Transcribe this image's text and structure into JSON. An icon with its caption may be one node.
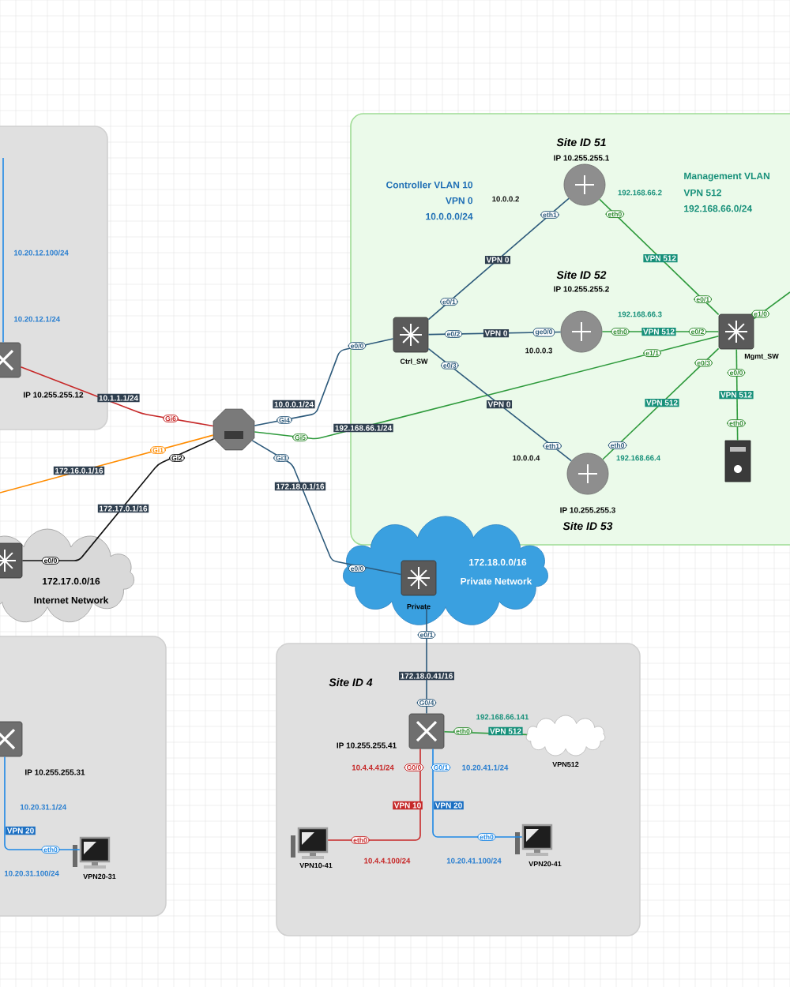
{
  "diagram": {
    "nodes": [
      {
        "text": [],
        "shape": "box"
      },
      {
        "text": [],
        "shape": "box"
      },
      {
        "text": [],
        "shape": "box"
      },
      {
        "text": [
          "Site ID 4"
        ]
      },
      {
        "text": [],
        "shape": "box",
        "in": 0,
        "beside": [
          "IP 10.255.255.12"
        ]
      },
      {
        "text": [],
        "shape": "octagon"
      },
      {
        "text": [
          "Ctrl_SW"
        ],
        "in": 1
      },
      {
        "text": [],
        "shape": "circle",
        "in": 1,
        "beside": [
          "Site ID 51",
          "IP 10.255.255.1"
        ]
      },
      {
        "text": [],
        "shape": "circle",
        "in": 1,
        "beside": [
          "Site ID 52",
          "IP 10.255.255.2"
        ]
      },
      {
        "text": [],
        "shape": "circle",
        "in": 1,
        "beside": [
          "IP 10.255.255.3",
          "Site ID 53"
        ]
      },
      {
        "text": [
          "Mgmt_SW"
        ],
        "in": 1
      },
      {
        "text": [],
        "shape": "box",
        "in": 1
      },
      {
        "text": [
          "172.17.0.0/16",
          "Internet Network"
        ]
      },
      {
        "text": [
          "172.18.0.0/16",
          "Private Network"
        ]
      },
      {
        "text": [
          "Private"
        ],
        "in": 13
      },
      {
        "text": [],
        "shape": "box",
        "in": 3,
        "beside": [
          "IP 10.255.255.41"
        ]
      },
      {
        "text": [],
        "shape": "cloud",
        "in": 3,
        "beside": [
          "VPN512"
        ]
      },
      {
        "text": [],
        "shape": "picture",
        "in": 3,
        "beside": [
          "VPN10-41"
        ]
      },
      {
        "text": [],
        "shape": "picture",
        "in": 3,
        "beside": [
          "VPN20-41"
        ]
      },
      {
        "text": [],
        "shape": "box",
        "in": 2,
        "beside": [
          "IP 10.255.255.31"
        ]
      },
      {
        "text": [],
        "shape": "picture",
        "in": 2,
        "beside": [
          "VPN20-31"
        ]
      },
      {
        "text": [],
        "shape": "box",
        "in": 12
      }
    ],
    "edges": [
      {
        "from": 5,
        "to": 4,
        "arrow": "none",
        "label": "10.1.1.1/24",
        "color": "#c62828"
      },
      {
        "from": 5,
        "to": null,
        "arrow": "none",
        "label": "172.16.0.1/16",
        "color": "#ff8c00"
      },
      {
        "from": 5,
        "to": 21,
        "arrow": "none",
        "label": "172.17.0.1/16",
        "color": "#111111"
      },
      {
        "from": 5,
        "to": 6,
        "arrow": "none",
        "label": "10.0.0.1/24",
        "color": "#2d5a7b"
      },
      {
        "from": 5,
        "to": 10,
        "arrow": "none",
        "label": "192.168.66.1/24"
      },
      {
        "from": 5,
        "to": 14,
        "arrow": "none",
        "label": "172.18.0.1/16",
        "color": "#2d5a7b"
      },
      {
        "from": 6,
        "to": 7,
        "arrow": "none",
        "label": "VPN 0",
        "color": "#2d5a7b"
      },
      {
        "from": 6,
        "to": 8,
        "arrow": "none",
        "label": "VPN 0",
        "color": "#2d5a7b"
      },
      {
        "from": 6,
        "to": 9,
        "arrow": "none",
        "label": "VPN 0",
        "color": "#2d5a7b"
      },
      {
        "from": 10,
        "to": 7,
        "arrow": "none",
        "label": "VPN 512"
      },
      {
        "from": 10,
        "to": 8,
        "arrow": "none",
        "label": "VPN 512"
      },
      {
        "from": 10,
        "to": 9,
        "arrow": "none",
        "label": "VPN 512"
      },
      {
        "from": 10,
        "to": 11,
        "arrow": "none",
        "label": "VPN 512"
      },
      {
        "from": 10,
        "to": null,
        "arrow": "none"
      },
      {
        "from": 13,
        "to": 15,
        "arrow": "none",
        "label": "172.18.0.41/16",
        "color": "#2d5a7b"
      },
      {
        "from": 15,
        "to": 16,
        "arrow": "none",
        "label": "VPN 512"
      },
      {
        "from": 15,
        "to": 17,
        "arrow": "none",
        "label": "VPN 10",
        "color": "#c62828"
      },
      {
        "from": 15,
        "to": 18,
        "arrow": "none",
        "label": "VPN 20",
        "color": "#1e88e5"
      },
      {
        "from": 19,
        "to": 20,
        "arrow": "none",
        "label": "VPN 20",
        "color": "#1e88e5"
      },
      {
        "from": 4,
        "to": null,
        "arrow": "none",
        "color": "#1e88e5"
      }
    ],
    "labels": [
      "Controller VLAN 10",
      "VPN 0",
      "10.0.0.0/24",
      "Management VLAN",
      "VPN 512",
      "192.168.66.0/24",
      "10.0.0.2",
      "eth1",
      "192.168.66.2",
      "eth0",
      "10.20.12.100/24",
      "10.20.12.1/24",
      "e0/1",
      "e0/1",
      "e1/0",
      "e0/2",
      "ge0/0",
      "10.0.0.3",
      "eth0",
      "192.168.66.3",
      "e0/2",
      "e0/0",
      "e1/1",
      "e0/3",
      "e0/3",
      "e0/0",
      "Gi6",
      "Gi4",
      "Gi5",
      "Gi1",
      "Gi2",
      "Gi3",
      "eth0",
      "eth1",
      "eth0",
      "10.0.0.4",
      "192.168.66.4",
      "e0/0",
      "e0/0",
      "e0/1",
      "G0/4",
      "192.168.66.141",
      "eth0",
      "10.4.4.41/24",
      "G0/0",
      "G0/1",
      "10.20.41.1/24",
      "10.20.31.1/24",
      "eth0",
      "eth0",
      "10.4.4.100/24",
      "10.20.41.100/24",
      "eth0",
      "10.20.31.100/24"
    ]
  }
}
